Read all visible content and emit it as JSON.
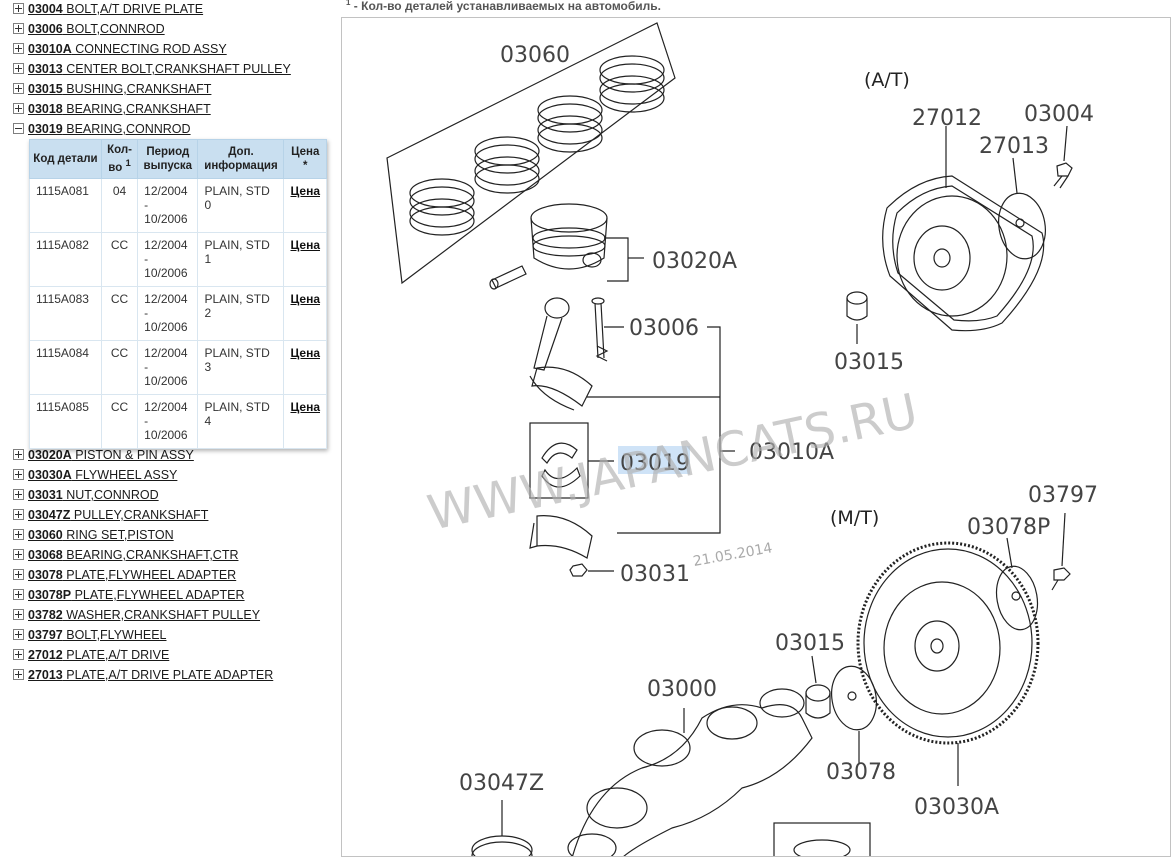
{
  "footnote": {
    "mark": "1",
    "text": " - Кол-во деталей устанавливаемых на автомобиль."
  },
  "tree_items": [
    {
      "code": "03004",
      "name": " BOLT,A/T DRIVE PLATE",
      "state": "plus"
    },
    {
      "code": "03006",
      "name": " BOLT,CONNROD",
      "state": "plus"
    },
    {
      "code": "03010A",
      "name": " CONNECTING ROD ASSY",
      "state": "plus"
    },
    {
      "code": "03013",
      "name": " CENTER BOLT,CRANKSHAFT PULLEY",
      "state": "plus"
    },
    {
      "code": "03015",
      "name": " BUSHING,CRANKSHAFT",
      "state": "plus"
    },
    {
      "code": "03018",
      "name": " BEARING,CRANKSHAFT",
      "state": "plus"
    },
    {
      "code": "03019",
      "name": " BEARING,CONNROD",
      "state": "minus"
    },
    {
      "code": "03020A",
      "name": " PISTON & PIN ASSY",
      "state": "plus"
    },
    {
      "code": "03030A",
      "name": " FLYWHEEL ASSY",
      "state": "plus"
    },
    {
      "code": "03031",
      "name": " NUT,CONNROD",
      "state": "plus"
    },
    {
      "code": "03047Z",
      "name": " PULLEY,CRANKSHAFT",
      "state": "plus"
    },
    {
      "code": "03060",
      "name": " RING SET,PISTON",
      "state": "plus"
    },
    {
      "code": "03068",
      "name": " BEARING,CRANKSHAFT,CTR",
      "state": "plus"
    },
    {
      "code": "03078",
      "name": " PLATE,FLYWHEEL ADAPTER",
      "state": "plus"
    },
    {
      "code": "03078P",
      "name": " PLATE,FLYWHEEL ADAPTER",
      "state": "plus"
    },
    {
      "code": "03782",
      "name": " WASHER,CRANKSHAFT PULLEY",
      "state": "plus"
    },
    {
      "code": "03797",
      "name": " BOLT,FLYWHEEL",
      "state": "plus"
    },
    {
      "code": "27012",
      "name": " PLATE,A/T DRIVE",
      "state": "plus"
    },
    {
      "code": "27013",
      "name": " PLATE,A/T DRIVE PLATE ADAPTER",
      "state": "plus"
    }
  ],
  "table": {
    "headers": {
      "code": "Код детали",
      "qty": "Кол-во",
      "qty_sup": "1",
      "period": "Период выпуска",
      "info": "Доп. информация",
      "price": "Цена",
      "price_sup": "*"
    },
    "rows": [
      {
        "code": "1115A081",
        "qty": "04",
        "period_from": "12/2004",
        "sep": "-",
        "period_to": "10/2006",
        "info": "PLAIN, STD 0",
        "price": "Цена"
      },
      {
        "code": "1115A082",
        "qty": "CC",
        "period_from": "12/2004",
        "sep": "-",
        "period_to": "10/2006",
        "info": "PLAIN, STD 1",
        "price": "Цена"
      },
      {
        "code": "1115A083",
        "qty": "CC",
        "period_from": "12/2004",
        "sep": "-",
        "period_to": "10/2006",
        "info": "PLAIN, STD 2",
        "price": "Цена"
      },
      {
        "code": "1115A084",
        "qty": "CC",
        "period_from": "12/2004",
        "sep": "-",
        "period_to": "10/2006",
        "info": "PLAIN, STD 3",
        "price": "Цена"
      },
      {
        "code": "1115A085",
        "qty": "CC",
        "period_from": "12/2004",
        "sep": "-",
        "period_to": "10/2006",
        "info": "PLAIN, STD 4",
        "price": "Цена"
      }
    ]
  },
  "diagram": {
    "labels": {
      "p03060": "03060",
      "p03020a": "03020A",
      "p03006": "03006",
      "p03010a": "03010A",
      "p03019": "03019",
      "p03031": "03031",
      "p03000": "03000",
      "p03047z": "03047Z",
      "p27012": "27012",
      "p27013": "27013",
      "p03004": "03004",
      "p03015a": "03015",
      "p03015b": "03015",
      "p03797": "03797",
      "p03078p": "03078P",
      "p03078": "03078",
      "p03030a": "03030A"
    },
    "at_label": "(A/T)",
    "mt_label": "(M/T)",
    "watermark": "WWW.JAPANCATS.RU",
    "date_stamp": "21.05.2014",
    "highlight_color": "#cfe3f7"
  }
}
